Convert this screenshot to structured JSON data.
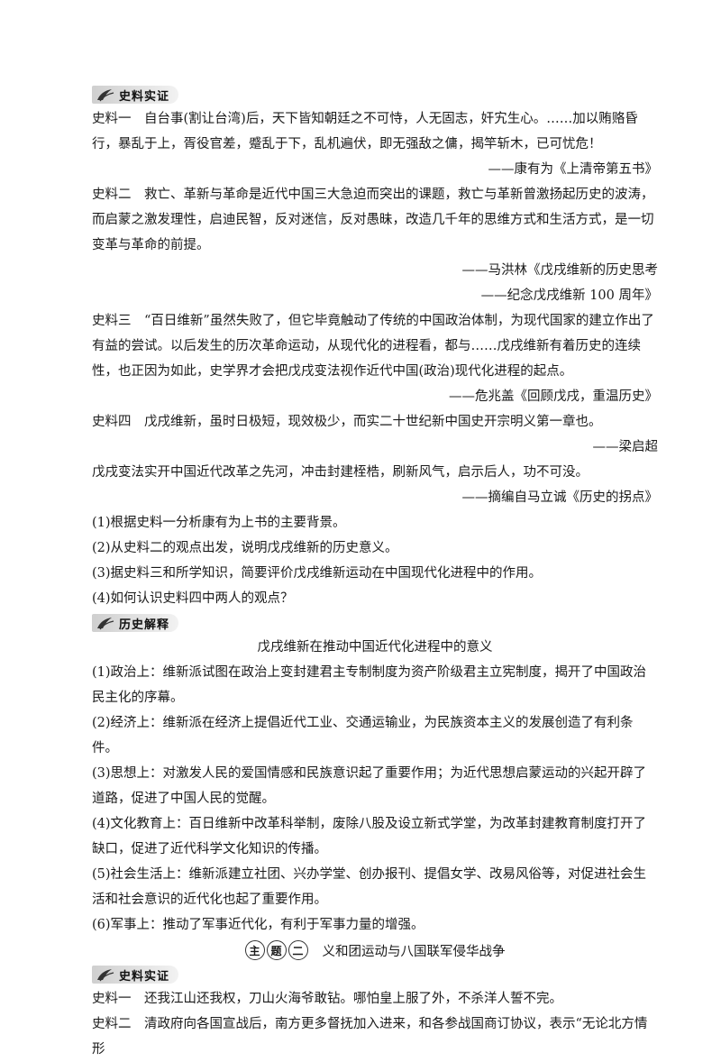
{
  "section1": {
    "banner": "史料实证",
    "s1": "史料一　自台事(割让台湾)后，天下皆知朝廷之不可恃，人无固志，奸宄生心。……加以贿赂昏行，暴乱于上，胥役官差，蹙乱于下，乱机遍伏，即无强敌之傭，揭竿斩木，已可忧危！",
    "s1_cite": "——康有为《上清帝第五书》",
    "s2": "史料二　救亡、革新与革命是近代中国三大急迫而突出的课题，救亡与革新曾激扬起历史的波涛，而启蒙之激发理性，启迪民智，反对迷信，反对愚昧，改造几千年的思维方式和生活方式，是一切变革与革命的前提。",
    "s2_cite1": "——马洪林《戊戌维新的历史思考",
    "s2_cite2": "——纪念戊戌维新 100 周年》",
    "s3": "史料三　“百日维新”虽然失败了，但它毕竟触动了传统的中国政治体制，为现代国家的建立作出了有益的尝试。以后发生的历次革命运动，从现代化的进程看，都与……戊戌维新有着历史的连续性，也正因为如此，史学界才会把戊戌变法视作近代中国(政治)现代化进程的起点。",
    "s3_cite": "——危兆盖《回顾戊戌，重温历史》",
    "s4": "史料四　戊戌维新，虽时日极短，现效极少，而实二十世纪新中国史开宗明义第一章也。",
    "s4_cite": "——梁启超",
    "s4b": "戊戌变法实开中国近代改革之先河，冲击封建桎梏，刷新风气，启示后人，功不可没。",
    "s4b_cite": "——摘编自马立诚《历史的拐点》",
    "q1": "(1)根据史料一分析康有为上书的主要背景。",
    "q2": "(2)从史料二的观点出发，说明戊戌维新的历史意义。",
    "q3": "(3)据史料三和所学知识，简要评价戊戌维新运动在中国现代化进程中的作用。",
    "q4": "(4)如何认识史料四中两人的观点？"
  },
  "section2": {
    "banner": "历史解释",
    "title": "戊戌维新在推动中国近代化进程中的意义",
    "p1": "(1)政治上：维新派试图在政治上变封建君主专制制度为资产阶级君主立宪制度，揭开了中国政治民主化的序幕。",
    "p2": "(2)经济上：维新派在经济上提倡近代工业、交通运输业，为民族资本主义的发展创造了有利条件。",
    "p3": "(3)思想上：对激发人民的爱国情感和民族意识起了重要作用；为近代思想启蒙运动的兴起开辟了道路，促进了中国人民的觉醒。",
    "p4": "(4)文化教育上：百日维新中改革科举制，废除八股及设立新式学堂，为改革封建教育制度打开了缺口，促进了近代科学文化知识的传播。",
    "p5": "(5)社会生活上：维新派建立社团、兴办学堂、创办报刊、提倡女学、改易风俗等，对促进社会生活和社会意识的近代化也起了重要作用。",
    "p6": "(6)军事上：推动了军事近代化，有利于军事力量的增强。"
  },
  "topic": {
    "badge": [
      "主",
      "题",
      "二"
    ],
    "title": "义和团运动与八国联军侵华战争"
  },
  "section3": {
    "banner": "史料实证",
    "s1": "史料一　还我江山还我权，刀山火海爷敢钻。哪怕皇上服了外，不杀洋人誓不完。",
    "s2": "史料二　清政府向各国宣战后，南方更多督抚加入进来，和各参战国商订协议，表示“无论北方情形"
  }
}
